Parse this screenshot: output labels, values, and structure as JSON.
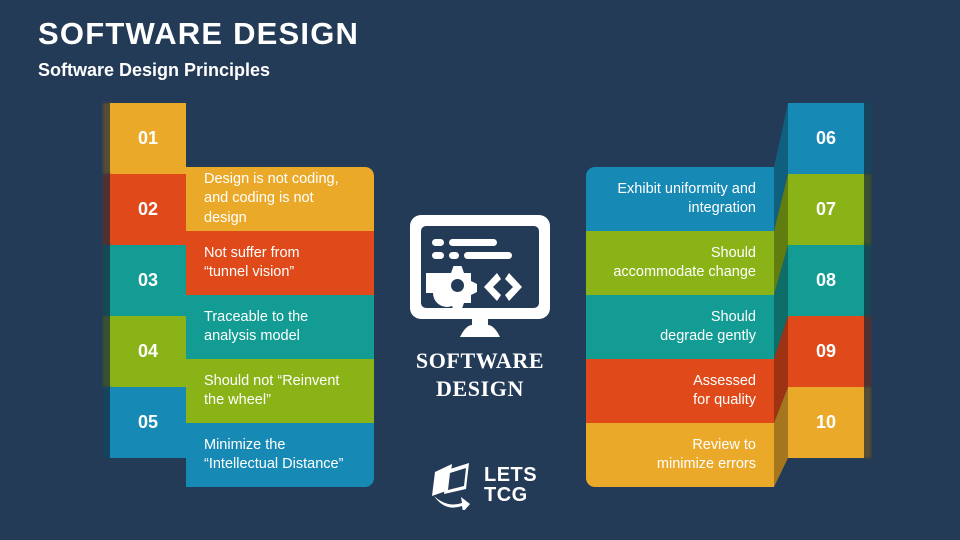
{
  "header": {
    "title": "SOFTWARE DESIGN",
    "subtitle": "Software Design Principles"
  },
  "center": {
    "icon_name": "monitor-code-gear-icon",
    "title_line1": "SOFTWARE",
    "title_line2": "DESIGN"
  },
  "logo": {
    "mark_name": "lets-tcg-logo-mark",
    "line1": "LETS",
    "line2": "TCG"
  },
  "colors": {
    "background": "#243b57",
    "amber": "#eba92a",
    "red": "#e0491a",
    "teal": "#129c94",
    "green": "#8ab317",
    "blue": "#1689b5"
  },
  "left_column": {
    "numbers": [
      {
        "label": "01",
        "color": "#eba92a"
      },
      {
        "label": "02",
        "color": "#e0491a"
      },
      {
        "label": "03",
        "color": "#129c94"
      },
      {
        "label": "04",
        "color": "#8ab317"
      },
      {
        "label": "05",
        "color": "#1689b5"
      }
    ],
    "panels": [
      {
        "line1": "Design is not coding,",
        "line2": "and coding is not design",
        "color": "#eba92a"
      },
      {
        "line1": "Not suffer from",
        "line2": "“tunnel vision”",
        "color": "#e0491a"
      },
      {
        "line1": "Traceable to the",
        "line2": "analysis model",
        "color": "#129c94"
      },
      {
        "line1": "Should not “Reinvent",
        "line2": "the wheel”",
        "color": "#8ab317"
      },
      {
        "line1": "Minimize the",
        "line2": "“Intellectual Distance”",
        "color": "#1689b5"
      }
    ]
  },
  "right_column": {
    "numbers": [
      {
        "label": "06",
        "color": "#1689b5"
      },
      {
        "label": "07",
        "color": "#8ab317"
      },
      {
        "label": "08",
        "color": "#129c94"
      },
      {
        "label": "09",
        "color": "#e0491a"
      },
      {
        "label": "10",
        "color": "#eba92a"
      }
    ],
    "panels": [
      {
        "line1": "Exhibit uniformity and",
        "line2": "integration",
        "color": "#1689b5"
      },
      {
        "line1": "Should",
        "line2": "accommodate change",
        "color": "#8ab317"
      },
      {
        "line1": "Should",
        "line2": "degrade gently",
        "color": "#129c94"
      },
      {
        "line1": "Assessed",
        "line2": "for quality",
        "color": "#e0491a"
      },
      {
        "line1": "Review to",
        "line2": "minimize errors",
        "color": "#eba92a"
      }
    ]
  }
}
